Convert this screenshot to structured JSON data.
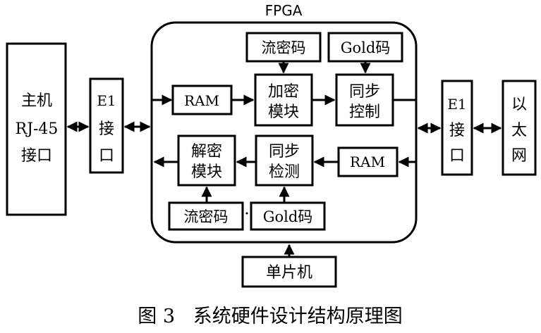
{
  "fpga_label": "FPGA",
  "host_label": [
    "主机",
    "RJ-45",
    "接口"
  ],
  "e1_left": [
    "E1",
    "接",
    "口"
  ],
  "e1_right": [
    "E1",
    "接",
    "口"
  ],
  "ethernet": [
    "以",
    "太",
    "网"
  ],
  "ram_top": "RAM",
  "ram_bottom": "RAM",
  "stream_code_top": "流密码",
  "stream_code_bottom": "流密码",
  "gold_code_top": "Gold码",
  "gold_code_bottom": "Gold码",
  "encrypt_module": [
    "加密",
    "模块"
  ],
  "decrypt_module": [
    "解密",
    "模块"
  ],
  "sync_control": [
    "同步",
    "控制"
  ],
  "sync_detect": [
    "同步",
    "检测"
  ],
  "mcu": "单片机",
  "caption": "图 3   系统硬件设计结构原理图"
}
